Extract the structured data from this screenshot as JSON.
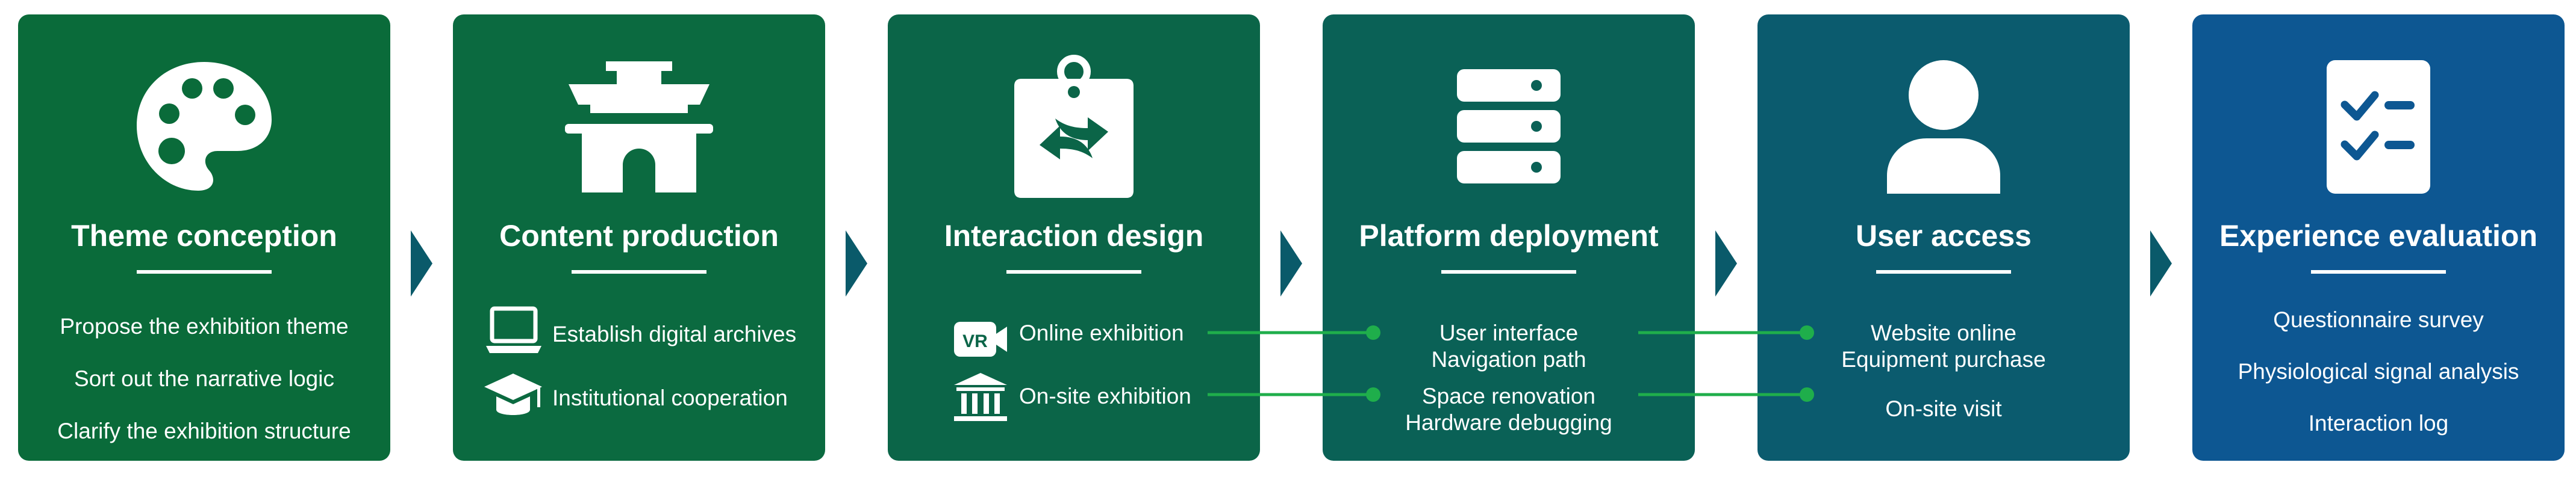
{
  "panels": [
    {
      "title": "Theme conception",
      "icon": "palette-icon",
      "color": "#0a6b3a",
      "items": [
        "Propose the exhibition theme",
        "Sort out the narrative logic",
        "Clarify the exhibition structure"
      ]
    },
    {
      "title": "Content production",
      "icon": "pavilion-icon",
      "color": "#0b6a40",
      "items": [
        "Establish digital archives",
        "Institutional cooperation"
      ],
      "item_icons": [
        "laptop-icon",
        "graduation-cap-icon"
      ]
    },
    {
      "title": "Interaction design",
      "icon": "interactive-tag-icon",
      "color": "#0b6548",
      "items": [
        "Online exhibition",
        "On-site exhibition"
      ],
      "item_icons": [
        "vr-camera-icon",
        "museum-icon"
      ]
    },
    {
      "title": "Platform deployment",
      "icon": "server-icon",
      "color": "#0a6156",
      "items": [
        "User interface",
        "Navigation path",
        "Space renovation",
        "Hardware debugging"
      ]
    },
    {
      "title": "User access",
      "icon": "user-icon",
      "color": "#0b5b6e",
      "items": [
        "Website online",
        "Equipment purchase",
        "On-site visit"
      ]
    },
    {
      "title": "Experience evaluation",
      "icon": "checklist-icon",
      "color": "#0d5792",
      "items": [
        "Questionnaire survey",
        "Physiological signal analysis",
        "Interaction log"
      ]
    }
  ],
  "colors": {
    "arrow": "#0a5a6a",
    "connector": "#1fae4b",
    "icon_accent": "#0a6b3a"
  }
}
